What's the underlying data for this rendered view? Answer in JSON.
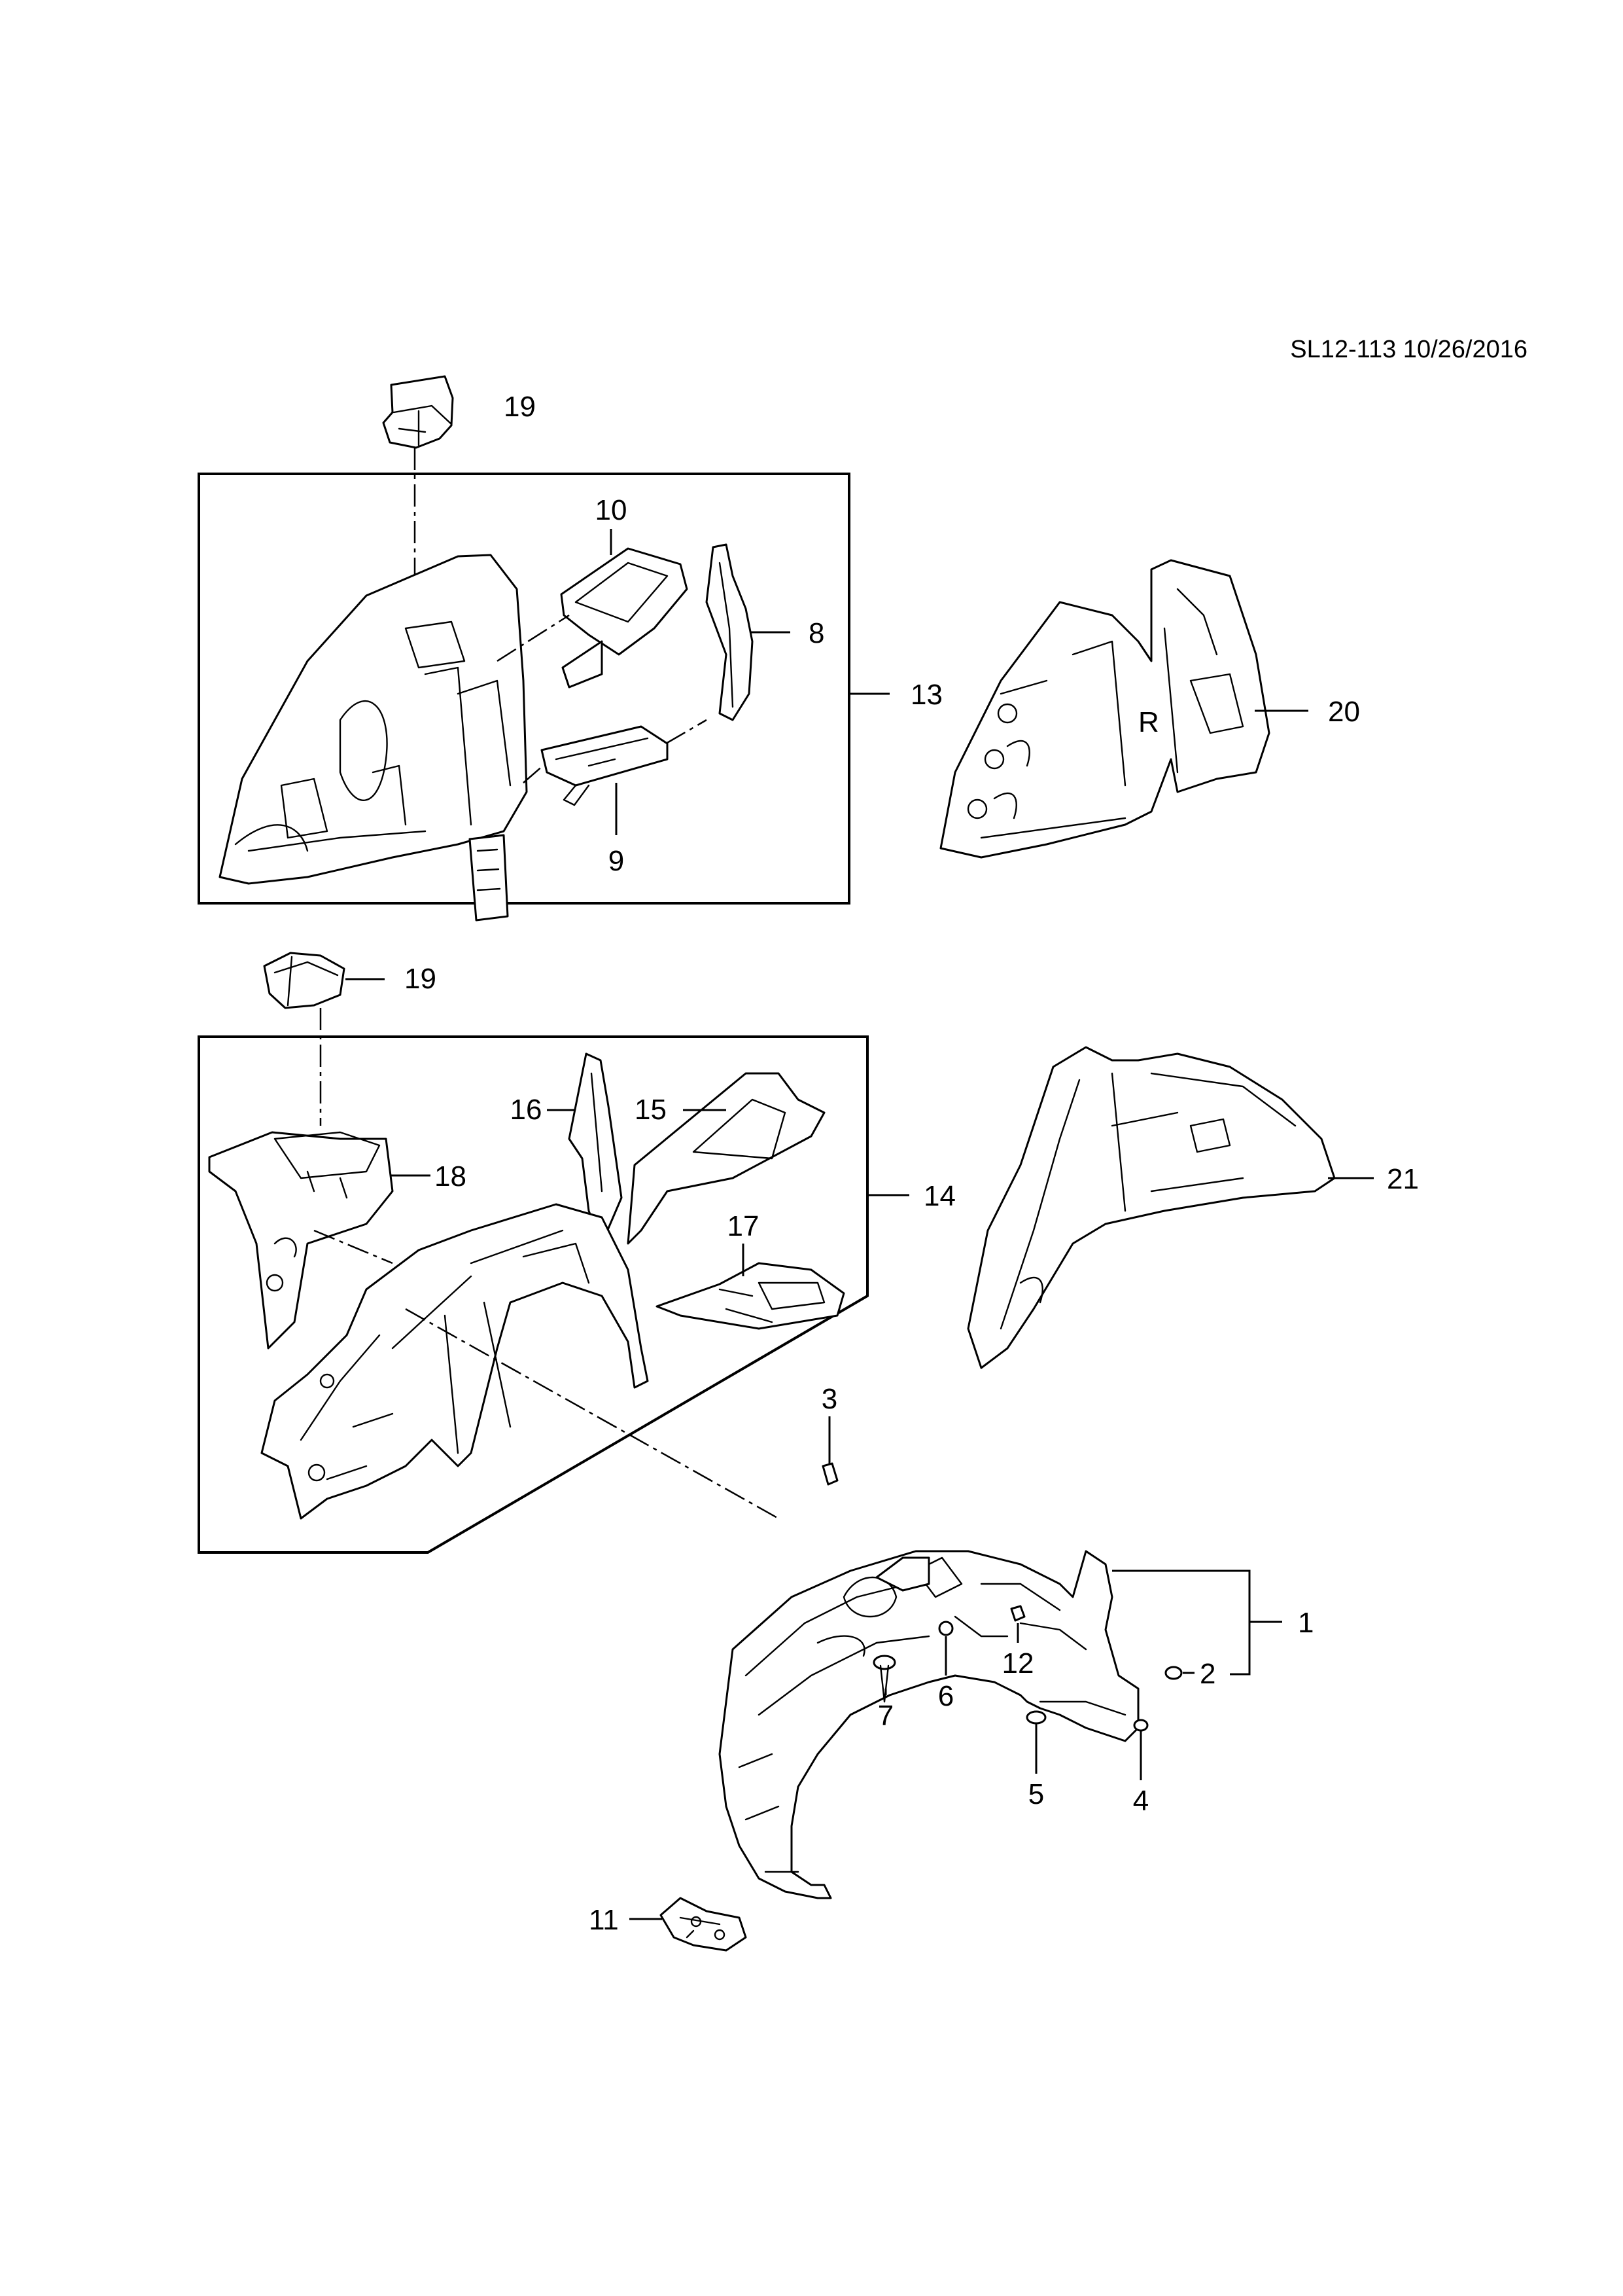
{
  "reference": "SL12-113 10/26/2016",
  "callouts": {
    "c1": "1",
    "c2": "2",
    "c3": "3",
    "c4": "4",
    "c5": "5",
    "c6": "6",
    "c7": "7",
    "c8": "8",
    "c9": "9",
    "c10": "10",
    "c11": "11",
    "c12": "12",
    "c13": "13",
    "c14": "14",
    "c15": "15",
    "c16": "16",
    "c17": "17",
    "c18": "18",
    "c19a": "19",
    "c19b": "19",
    "c20": "20",
    "c21": "21"
  },
  "embossed_letter": "R"
}
